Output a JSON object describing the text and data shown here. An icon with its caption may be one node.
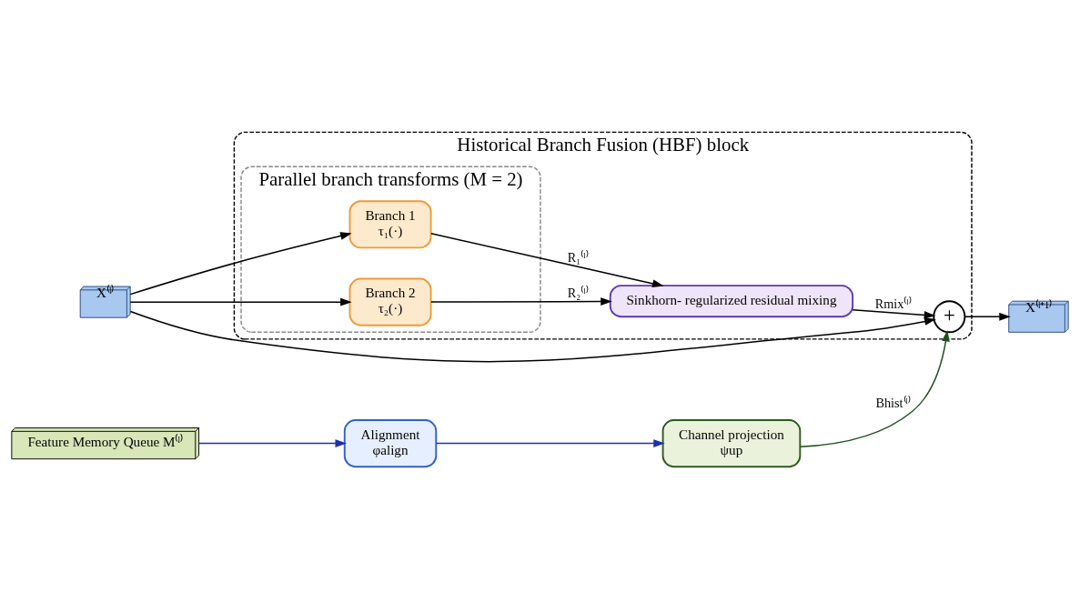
{
  "diagram": {
    "nodes": [
      {
        "text": [
          "Historical Branch Fusion (HBF) block"
        ]
      },
      {
        "text": [
          "Parallel branch transforms (M = 2)"
        ],
        "in": 0
      },
      {
        "text": [
          "Branch 1",
          "τ₁(·)"
        ],
        "in": 1
      },
      {
        "text": [
          "Branch 2",
          "τ₂(·)"
        ],
        "in": 1
      },
      {
        "text": [
          "Sinkhorn- regularized residual mixing"
        ],
        "in": 0
      },
      {
        "text": [
          "+"
        ],
        "in": 0
      },
      {
        "text": [
          "X⁽ˡ⁾"
        ]
      },
      {
        "text": [
          "X⁽ˡ⁺¹⁾"
        ]
      },
      {
        "text": [
          "Feature Memory Queue M⁽ˡ⁾"
        ]
      },
      {
        "text": [
          "Alignment",
          "φalign"
        ]
      },
      {
        "text": [
          "Channel projection",
          "ψup"
        ]
      }
    ],
    "edges": [
      {
        "from": 6,
        "to": 2,
        "arrow": "to"
      },
      {
        "from": 6,
        "to": 3,
        "arrow": "to"
      },
      {
        "from": 6,
        "to": 5,
        "arrow": "to"
      },
      {
        "from": 2,
        "to": 4,
        "arrow": "to",
        "label": "R₁⁽ˡ⁾"
      },
      {
        "from": 3,
        "to": 4,
        "arrow": "to",
        "label": "R₂⁽ˡ⁾"
      },
      {
        "from": 4,
        "to": 5,
        "arrow": "to",
        "label": "Rmix⁽ˡ⁾"
      },
      {
        "from": 5,
        "to": 7,
        "arrow": "to"
      },
      {
        "from": 8,
        "to": 9,
        "arrow": "to",
        "color": "#1f2fb0"
      },
      {
        "from": 9,
        "to": 10,
        "arrow": "to",
        "color": "#1f2fb0"
      },
      {
        "from": 10,
        "to": 5,
        "arrow": "to",
        "color": "#1e5020",
        "label": "Bhist⁽ˡ⁾"
      }
    ]
  }
}
